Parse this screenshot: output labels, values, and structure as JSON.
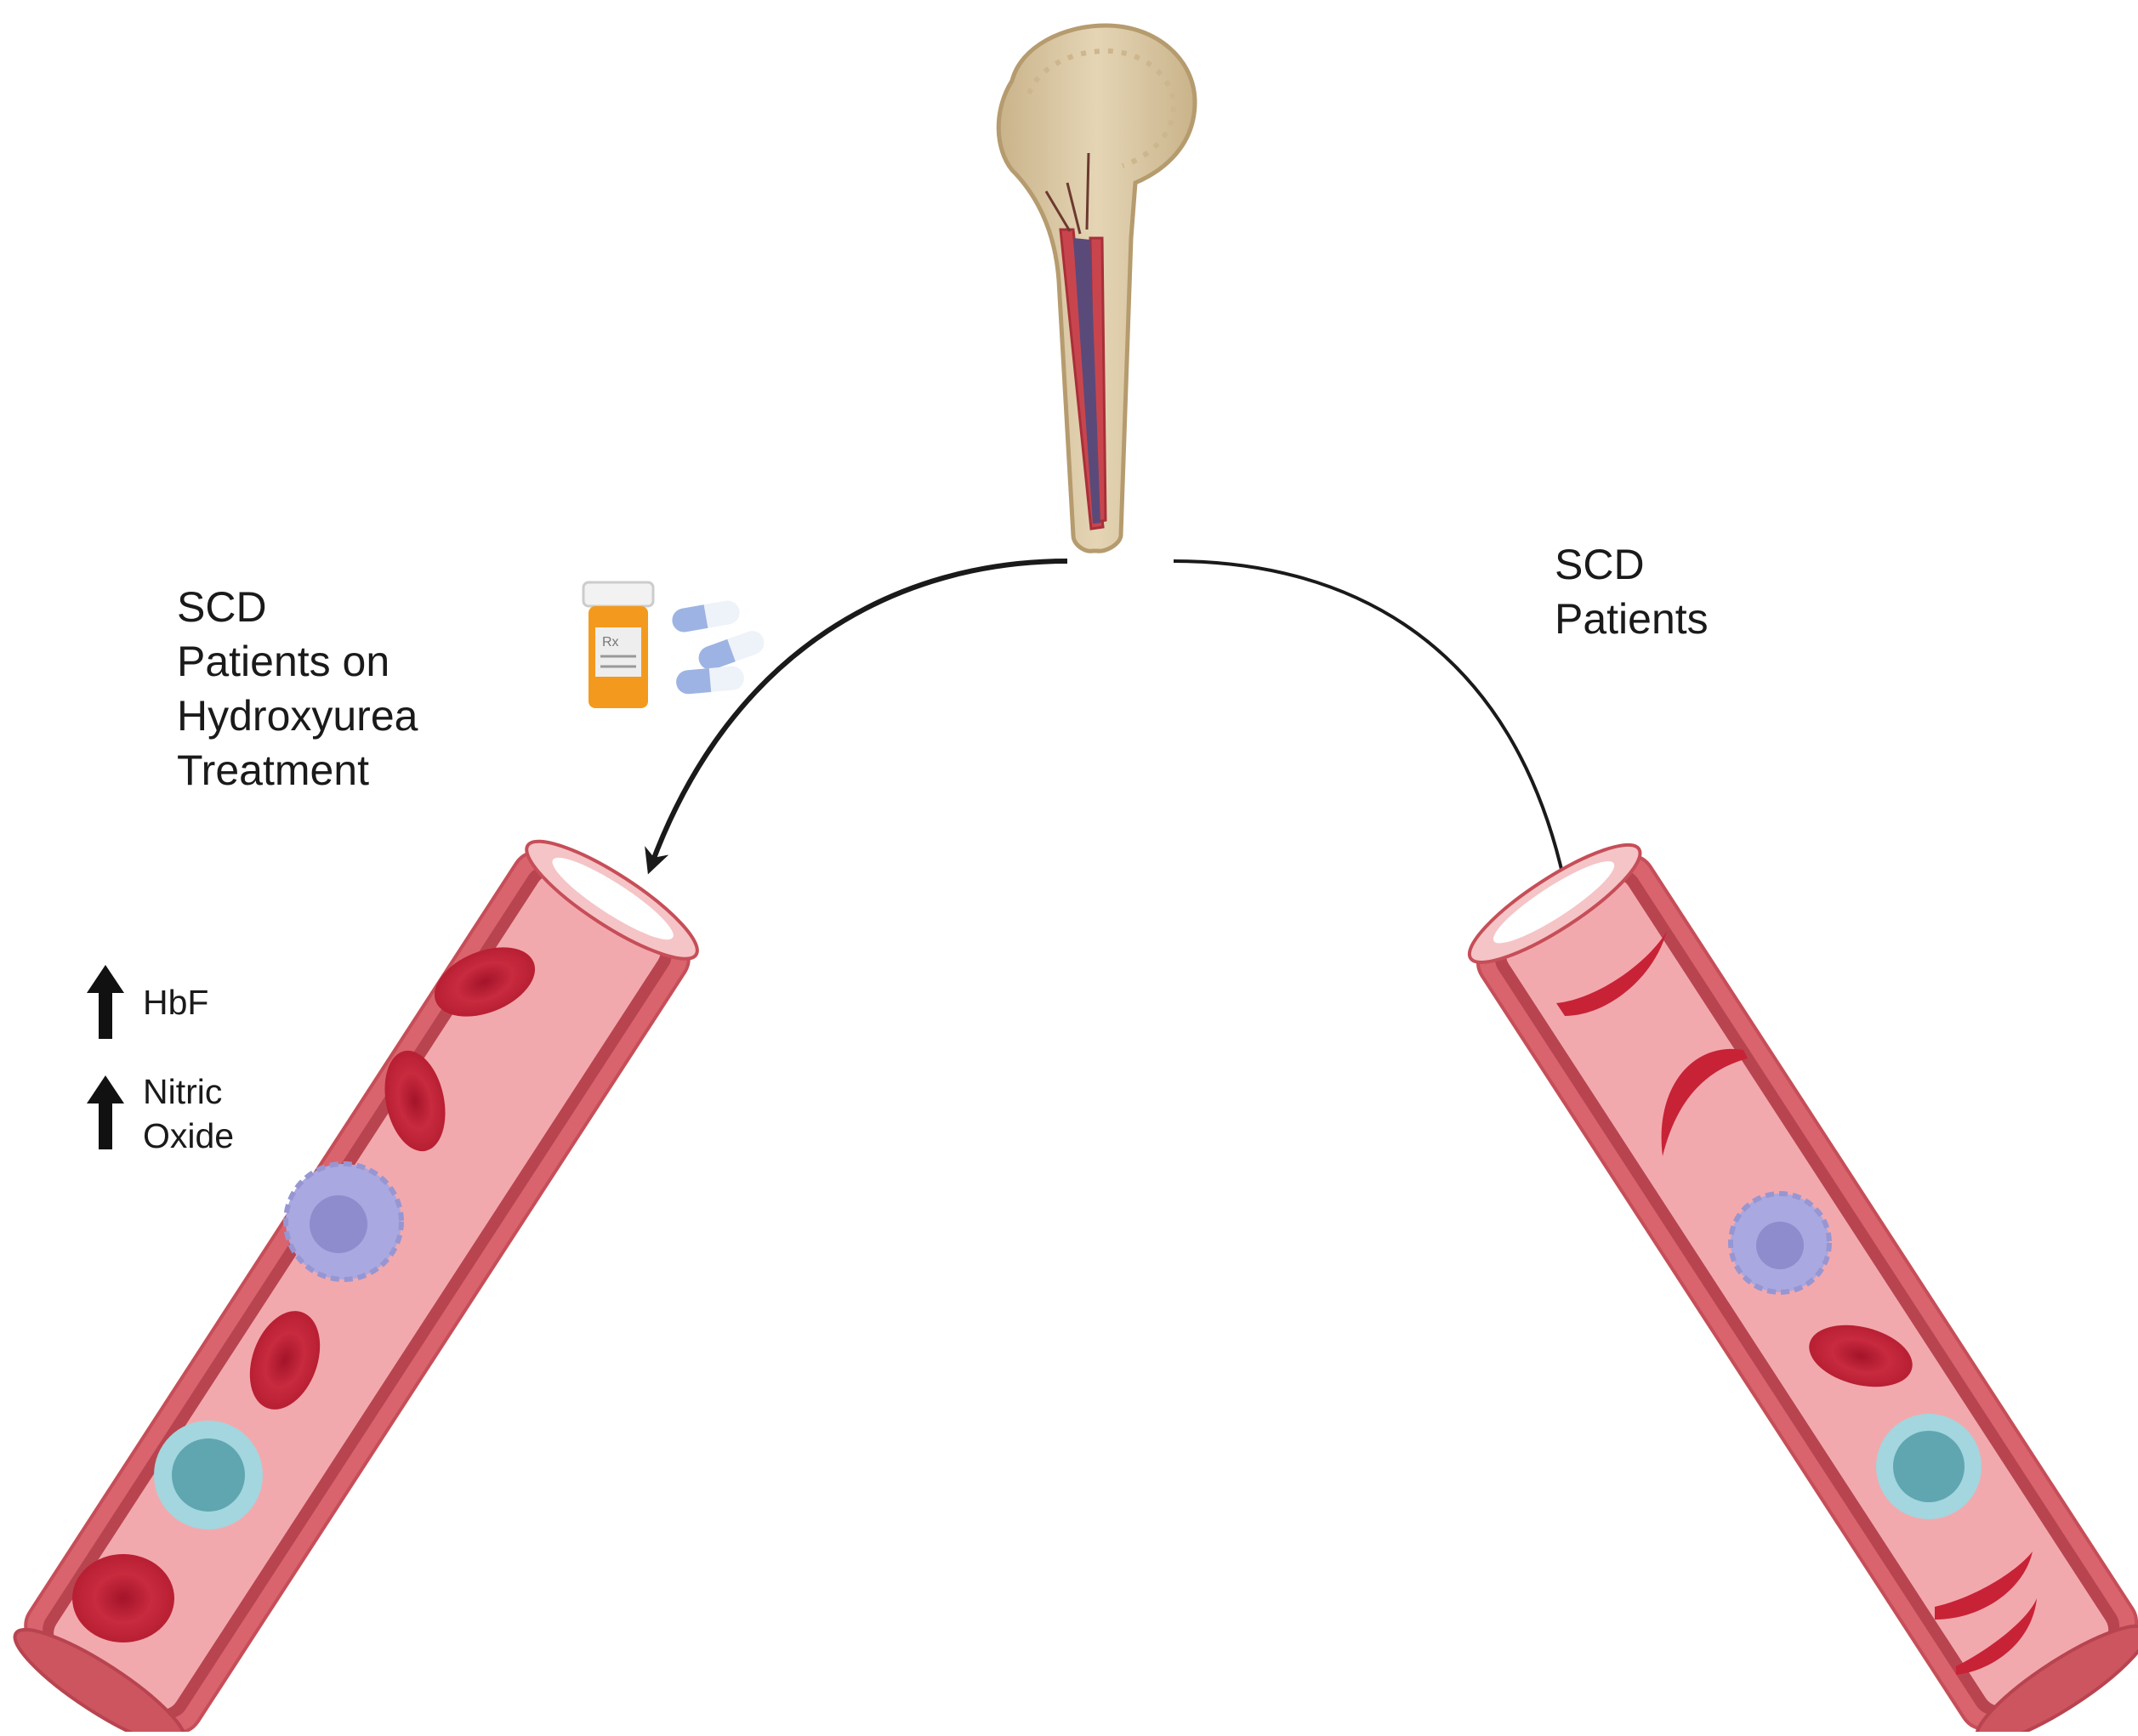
{
  "left_group": {
    "label_lines": [
      "SCD",
      "Patients on",
      "Hydroxyurea",
      "Treatment"
    ],
    "effects": [
      {
        "icon": "up-arrow-icon",
        "lines": [
          "HbF"
        ]
      },
      {
        "icon": "up-arrow-icon",
        "lines": [
          "Nitric",
          "Oxide"
        ]
      }
    ]
  },
  "right_group": {
    "label_lines": [
      "SCD",
      "Patients"
    ]
  },
  "icons": [
    "femur-bone-icon",
    "pill-bottle-icon",
    "capsule-icon",
    "red-blood-cell-icon",
    "sickle-cell-icon",
    "white-blood-cell-icon",
    "lymphocyte-icon",
    "blood-vessel-icon"
  ],
  "colors": {
    "vessel_outer": "#d9646e",
    "vessel_lumen": "#f2a9ad",
    "rbc": "#c8283c",
    "sickle": "#c82237",
    "wbc": "#a9a8e0",
    "lymphocyte": "#9fd3dc",
    "bone": "#dcc9a4",
    "marrow": "#c9454e",
    "pill_bottle": "#f39a1e",
    "capsule_blue": "#9db3e3"
  }
}
